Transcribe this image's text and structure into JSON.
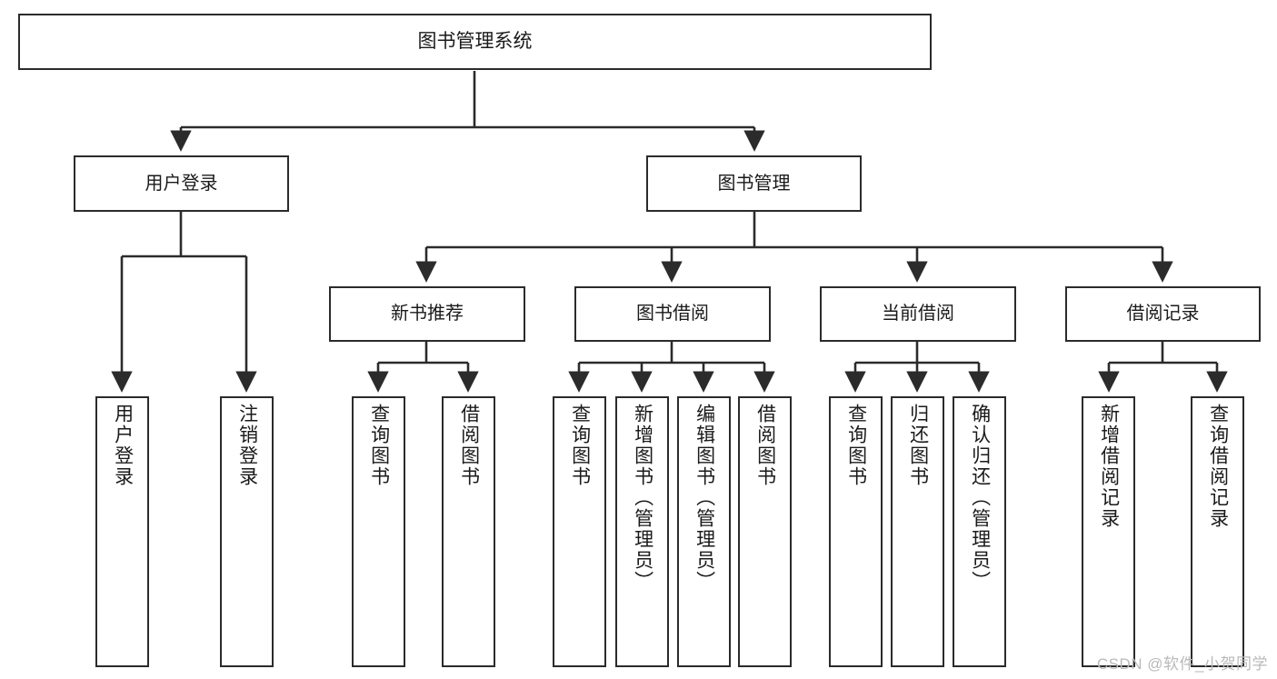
{
  "diagram": {
    "type": "tree-hierarchy-diagram",
    "title": "图书管理系统",
    "watermark": "CSDN @软件_小贺同学",
    "colors": {
      "stroke": "#2b2b2b",
      "fill": "#ffffff",
      "text": "#1a1a1a",
      "watermark": "#b9b9b9"
    },
    "levels": {
      "root": {
        "label": "图书管理系统"
      },
      "level2": [
        {
          "id": "user-login",
          "label": "用户登录"
        },
        {
          "id": "book-management",
          "label": "图书管理"
        }
      ],
      "level3": [
        {
          "id": "new-book-recommend",
          "label": "新书推荐",
          "parent": "book-management"
        },
        {
          "id": "book-borrow",
          "label": "图书借阅",
          "parent": "book-management"
        },
        {
          "id": "current-borrow",
          "label": "当前借阅",
          "parent": "book-management"
        },
        {
          "id": "borrow-record",
          "label": "借阅记录",
          "parent": "book-management"
        }
      ],
      "leaves": [
        {
          "id": "leaf-user-login",
          "label": "用户登录",
          "parent": "user-login"
        },
        {
          "id": "leaf-logout",
          "label": "注销登录",
          "parent": "user-login"
        },
        {
          "id": "leaf-query-book-1",
          "label": "查询图书",
          "parent": "new-book-recommend"
        },
        {
          "id": "leaf-borrow-book-1",
          "label": "借阅图书",
          "parent": "new-book-recommend"
        },
        {
          "id": "leaf-query-book-2",
          "label": "查询图书",
          "parent": "book-borrow"
        },
        {
          "id": "leaf-add-book",
          "label": "新增图书（管理员）",
          "parent": "book-borrow"
        },
        {
          "id": "leaf-edit-book",
          "label": "编辑图书（管理员）",
          "parent": "book-borrow"
        },
        {
          "id": "leaf-borrow-book-2",
          "label": "借阅图书",
          "parent": "book-borrow"
        },
        {
          "id": "leaf-query-book-3",
          "label": "查询图书",
          "parent": "current-borrow"
        },
        {
          "id": "leaf-return-book",
          "label": "归还图书",
          "parent": "current-borrow"
        },
        {
          "id": "leaf-confirm-return",
          "label": "确认归还（管理员）",
          "parent": "current-borrow"
        },
        {
          "id": "leaf-add-record",
          "label": "新增借阅记录",
          "parent": "borrow-record"
        },
        {
          "id": "leaf-query-record",
          "label": "查询借阅记录",
          "parent": "borrow-record"
        }
      ]
    }
  }
}
